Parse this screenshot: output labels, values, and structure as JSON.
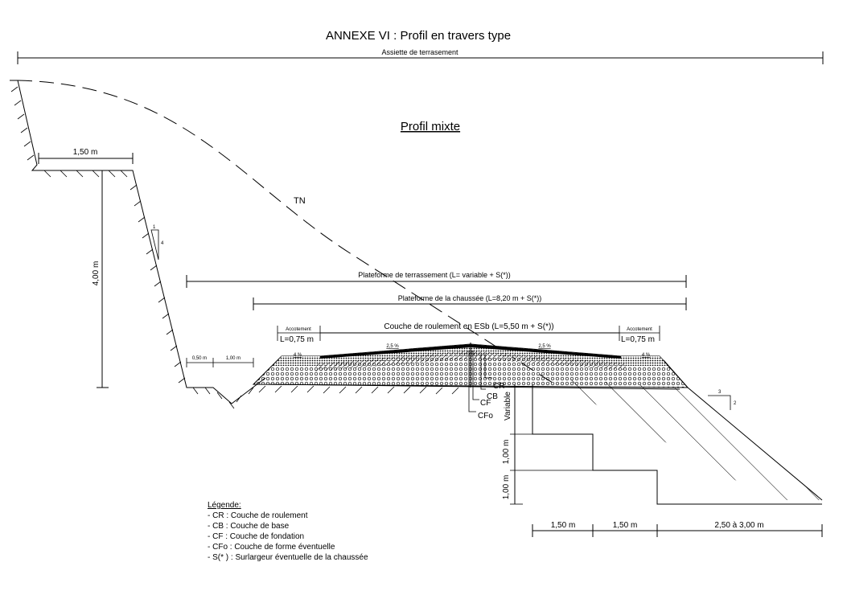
{
  "title": "ANNEXE VI : Profil en travers type",
  "subtitle": "Profil mixte",
  "dims": {
    "assiette": "Assiette de terrasement",
    "berm_width": "1,50 m",
    "cut_height": "4,00 m",
    "slope_cut_h": "1",
    "slope_cut_v": "4",
    "tn": "TN",
    "plateforme_terrassement": "Plateforme de terrassement (L= variable + S(*))",
    "plateforme_chaussee": "Plateforme de la chaussée (L=8,20 m + S(*))",
    "couche_roulement": "Couche de roulement en ESb  (L=5,50 m + S(*))",
    "accotement": "Accotement",
    "accotement_width": "L=0,75 m",
    "crossfall_road": "2,5 %",
    "crossfall_shoulder": "4 %",
    "ditch_bottom": "0,50 m",
    "ditch_slope": "1,00 m",
    "variable": "Variable",
    "step_height": "1,00 m",
    "slope_fill_h": "3",
    "slope_fill_v": "2",
    "step_width": "1,50 m",
    "toe_width": "2,50 à 3,00 m"
  },
  "layers": [
    "CR",
    "CB",
    "CF",
    "CFo"
  ],
  "legend": {
    "title": "Légende:",
    "items": [
      "- CR : Couche de roulement",
      "- CB : Couche de base",
      "- CF : Couche de fondation",
      "- CFo : Couche de forme éventuelle",
      "- S(* ) : Surlargeur éventuelle de la chaussée"
    ]
  }
}
